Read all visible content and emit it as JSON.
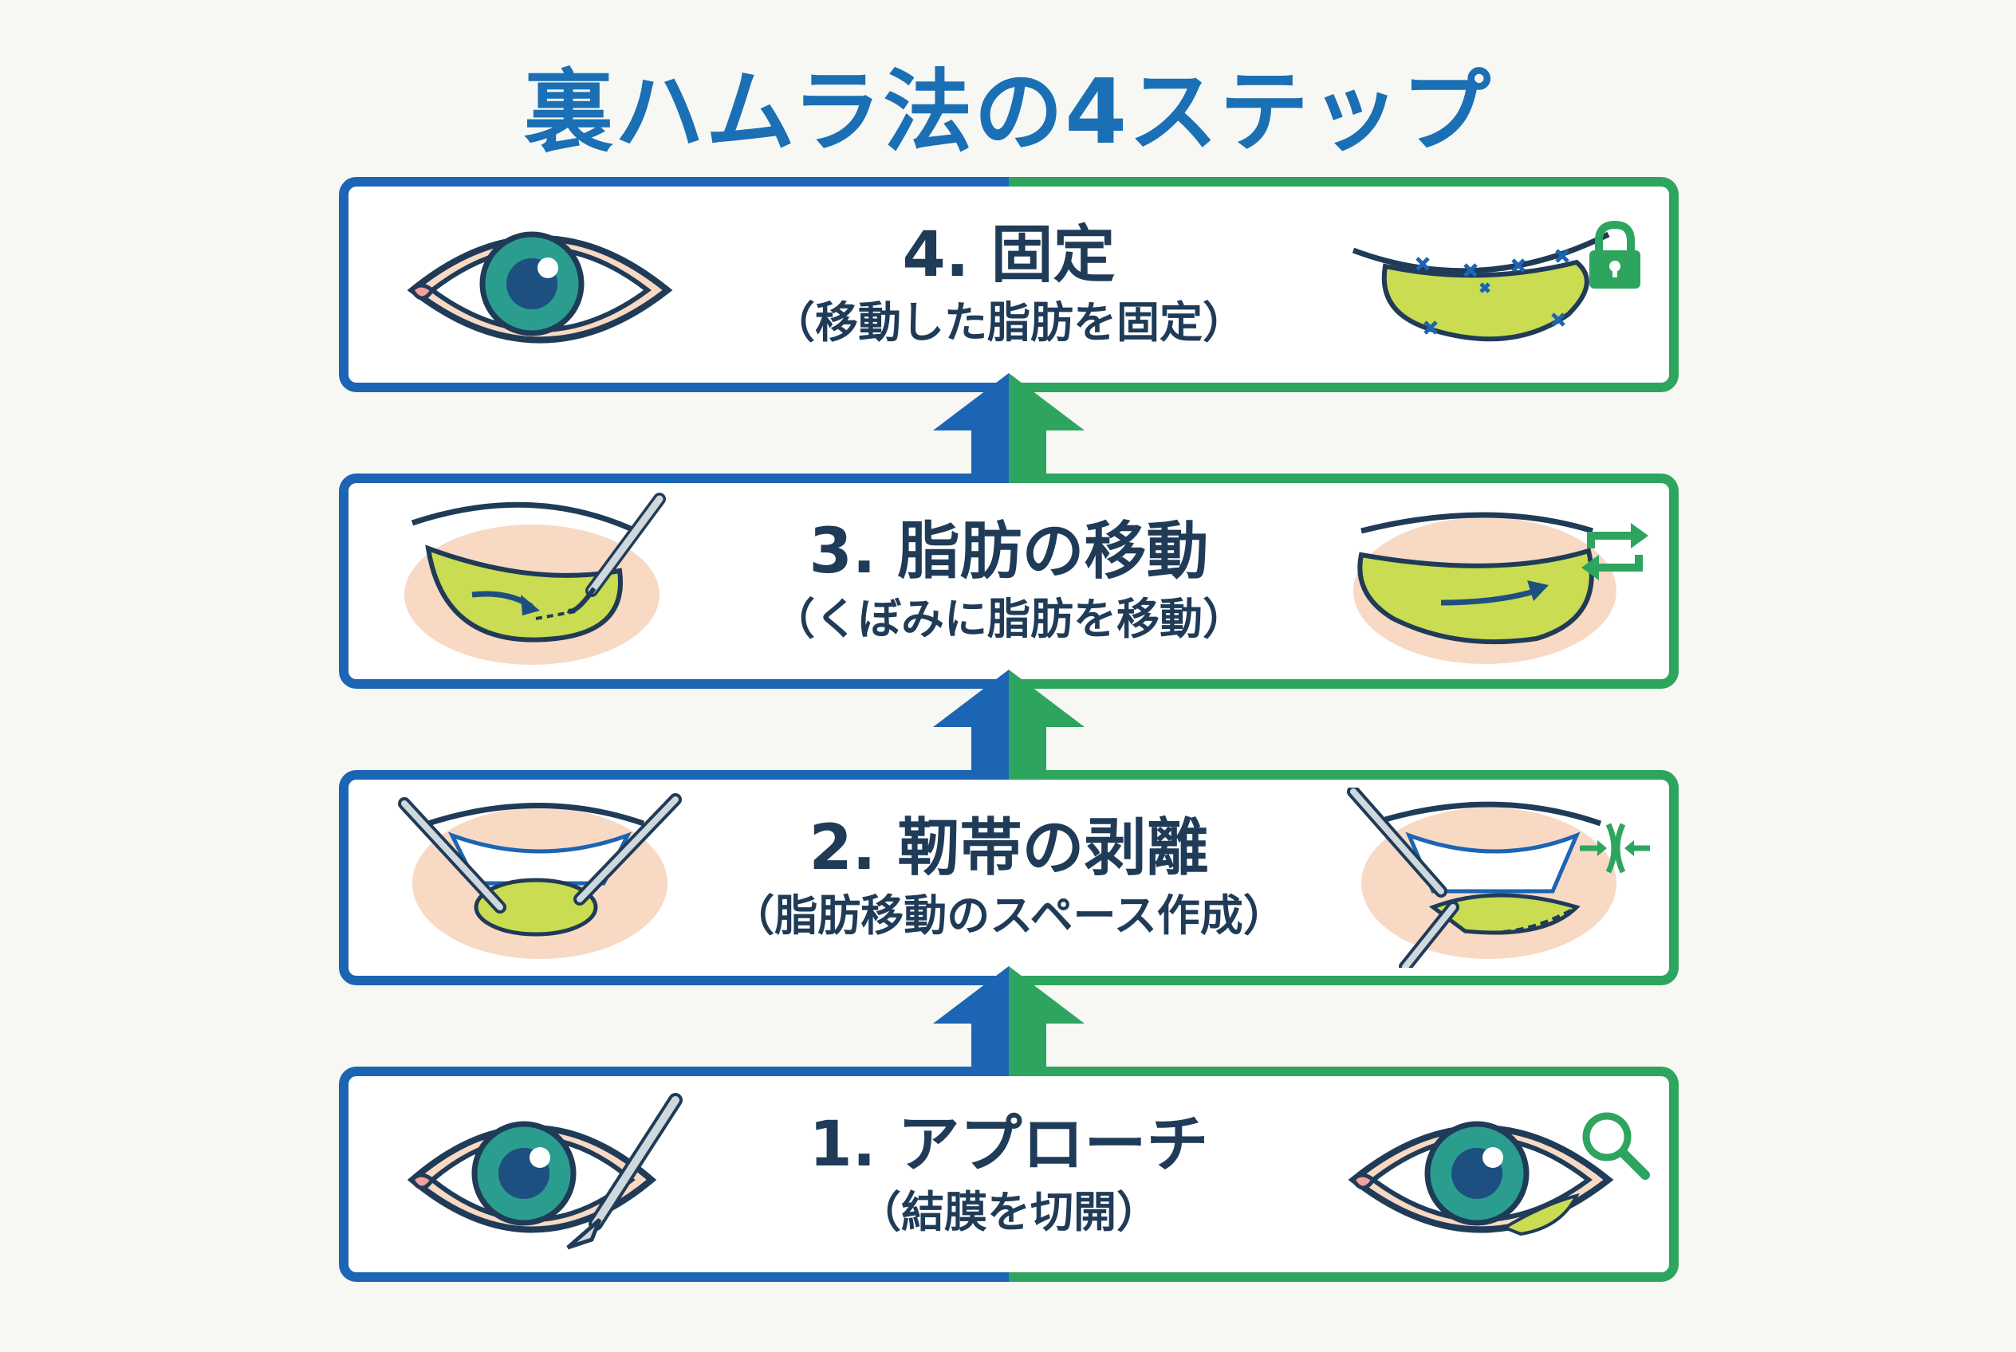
{
  "title": "裏ハムラ法の4ステップ",
  "colors": {
    "blue": "#1c64b4",
    "green": "#2ea55f",
    "text": "#1f3b57",
    "fat": "#c9dc52",
    "skin": "#f8d9c4"
  },
  "steps": [
    {
      "title": "4. 固定",
      "subtitle": "（移動した脂肪を固定）",
      "icon": "lock-icon"
    },
    {
      "title": "3. 脂肪の移動",
      "subtitle": "（くぼみに脂肪を移動）",
      "icon": "swap-arrows-icon"
    },
    {
      "title": "2. 靭帯の剥離",
      "subtitle": "（脂肪移動のスペース作成）",
      "icon": "release-arrows-icon"
    },
    {
      "title": "1. アプローチ",
      "subtitle": "（結膜を切開）",
      "icon": "magnifier-icon"
    }
  ]
}
